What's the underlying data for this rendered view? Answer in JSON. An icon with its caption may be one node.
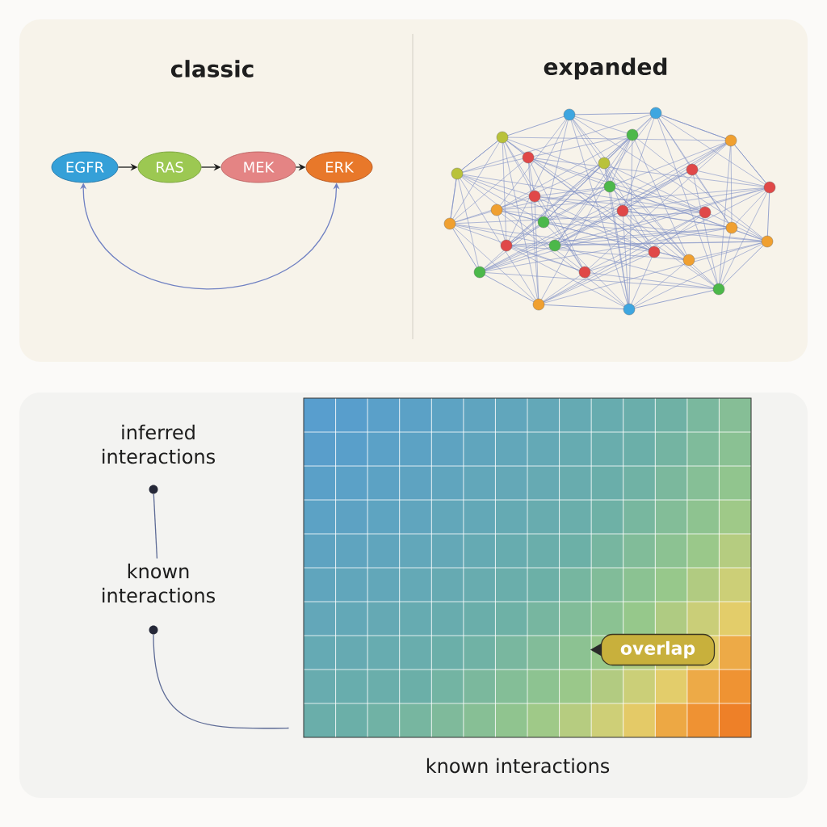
{
  "diagram": {
    "nodes": [
      {
        "text": [
          "EGFR"
        ]
      },
      {
        "text": [
          "RAS"
        ]
      },
      {
        "text": [
          "MEK"
        ]
      },
      {
        "text": [
          "ERK"
        ]
      },
      {
        "text": [
          "inferred interactions"
        ]
      },
      {
        "text": [],
        "shape": "circle"
      },
      {
        "text": [
          "known interactions"
        ]
      },
      {
        "text": [],
        "shape": "circle"
      },
      {
        "text": [],
        "shape": "box"
      },
      {
        "text": [
          "overlap"
        ],
        "in": 8
      }
    ],
    "edges": [
      {
        "from": 0,
        "to": 1,
        "arrow": "to"
      },
      {
        "from": 1,
        "to": 2,
        "arrow": "to"
      },
      {
        "from": 2,
        "to": 3,
        "arrow": "to"
      },
      {
        "from": 3,
        "to": 0,
        "arrow": "both",
        "color": "#6f80c2"
      },
      {
        "from": 5,
        "to": 6,
        "arrow": "none",
        "color": "#5d6b96"
      },
      {
        "from": 7,
        "to": 8,
        "arrow": "none",
        "color": "#5d6b96"
      }
    ],
    "labels": [
      "classic",
      "expanded",
      "known interactions"
    ]
  }
}
